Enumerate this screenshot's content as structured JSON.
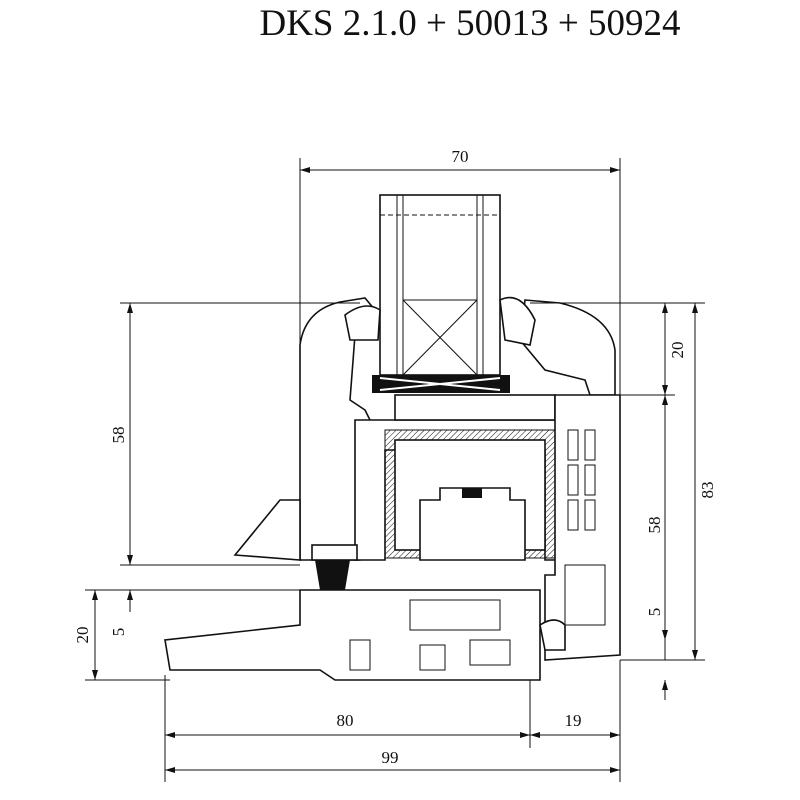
{
  "title": "DKS 2.1.0 + 50013 + 50924",
  "dimensions": {
    "top_width": "70",
    "left_height": "58",
    "right_top": "20",
    "right_total": "83",
    "right_middle": "58",
    "right_bottom": "5",
    "left_bottom_total": "20",
    "left_bottom_small": "5",
    "bottom_left": "80",
    "bottom_right": "19",
    "bottom_total": "99"
  }
}
